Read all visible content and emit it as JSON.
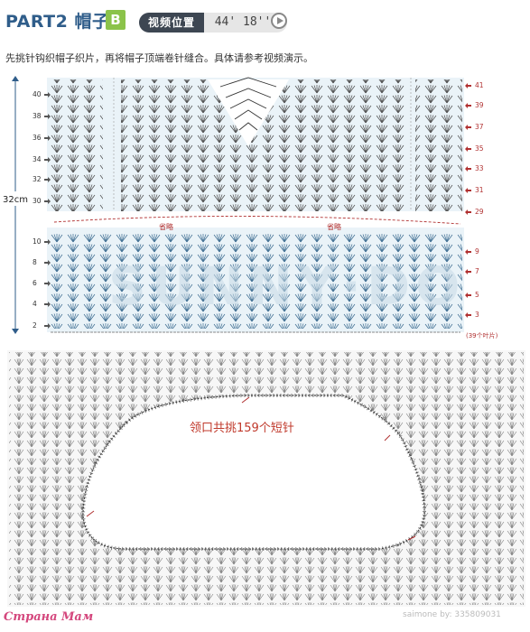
{
  "header": {
    "title": "PART2 帽子",
    "badge": "B",
    "video_label": "视频位置",
    "video_time": "44' 18''"
  },
  "subtitle": "先挑针钩织帽子织片，再将帽子顶端卷针缝合。具体请参考视频演示。",
  "top_diagram": {
    "height_label": "32cm",
    "left_row_numbers": [
      "40",
      "38",
      "36",
      "34",
      "32",
      "30",
      "10",
      "8",
      "6",
      "4",
      "2"
    ],
    "right_row_numbers": [
      "41",
      "39",
      "37",
      "35",
      "33",
      "31",
      "29",
      "9",
      "7",
      "5",
      "3"
    ],
    "omit_labels": [
      "省略",
      "省略"
    ],
    "stitch_count_note": "(39个叶片)",
    "watermark": "SUNNY·DO"
  },
  "bottom_diagram": {
    "annotation": "领口共挑159个短针"
  },
  "footer": {
    "site_watermark": "Страна Мам",
    "corner_watermark": "saimone by: 335809031"
  }
}
